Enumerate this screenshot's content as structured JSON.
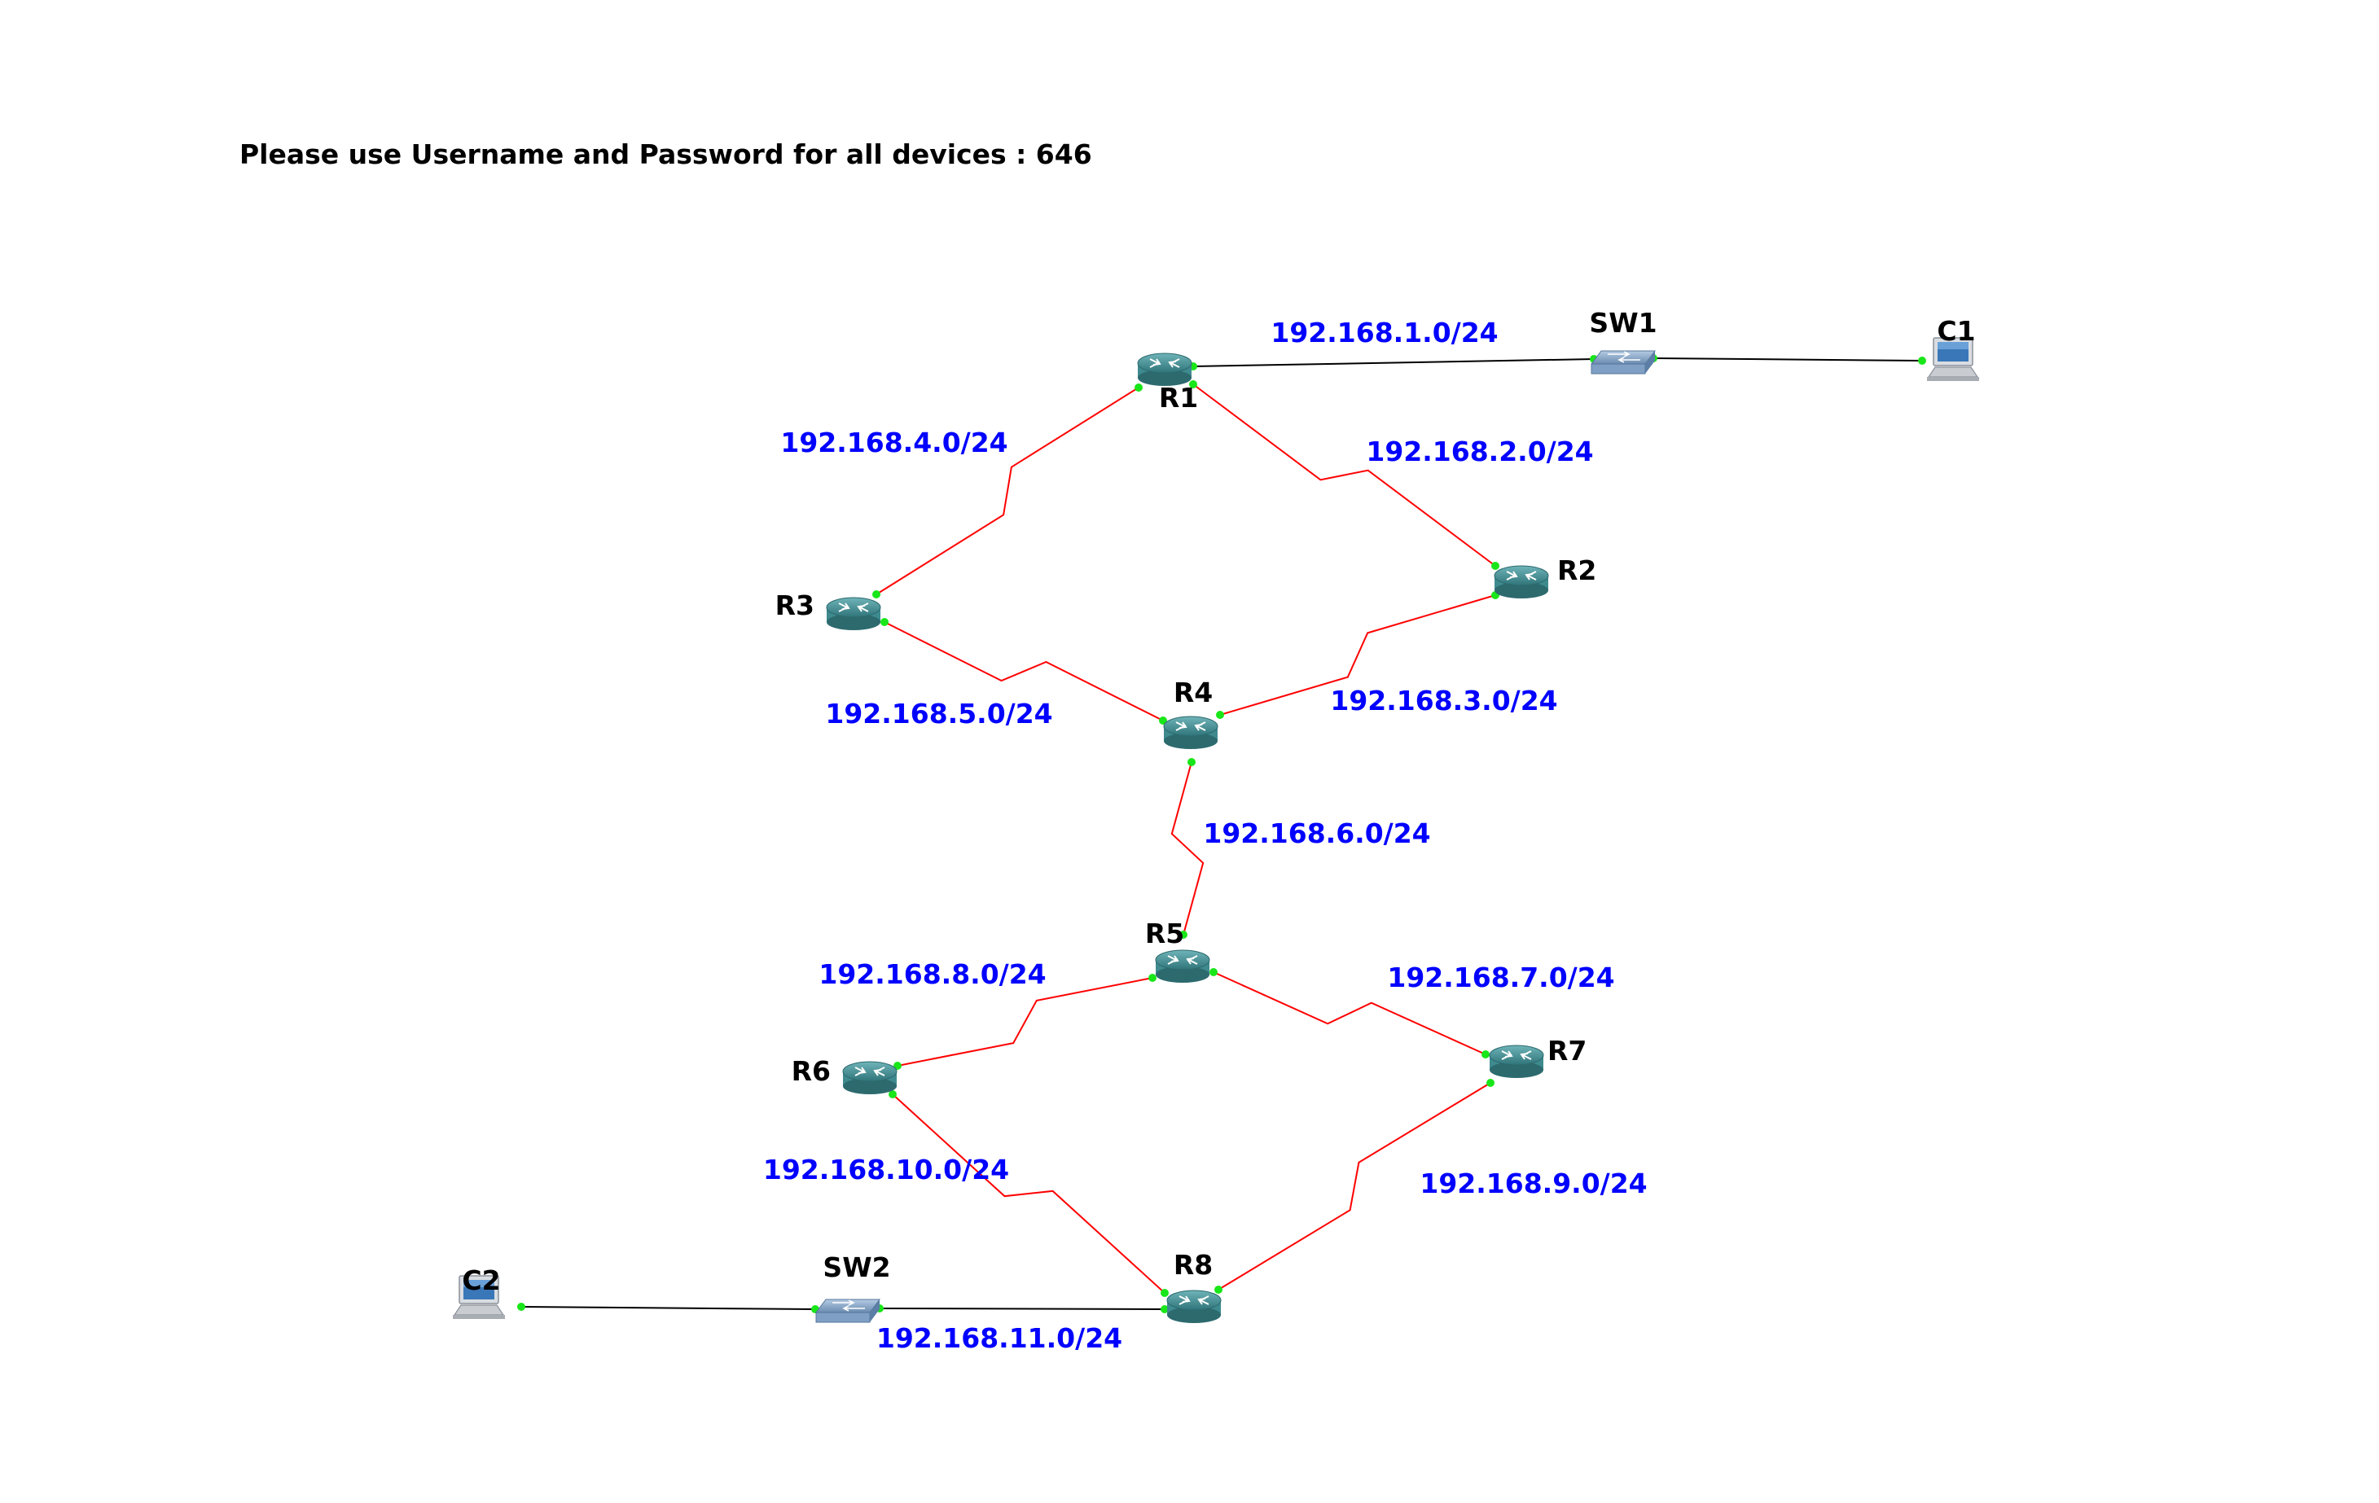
{
  "note": "Please use Username and Password for all devices : 646",
  "colors": {
    "serial_link": "#ff0000",
    "ethernet_link": "#000000",
    "port_dot": "#19e619",
    "subnet_label": "#0000ff",
    "router_body": "#3e8a8f",
    "switch_body": "#7f9fc4"
  },
  "devices": [
    {
      "id": "R1",
      "type": "router-icon",
      "label": "R1"
    },
    {
      "id": "R2",
      "type": "router-icon",
      "label": "R2"
    },
    {
      "id": "R3",
      "type": "router-icon",
      "label": "R3"
    },
    {
      "id": "R4",
      "type": "router-icon",
      "label": "R4"
    },
    {
      "id": "R5",
      "type": "router-icon",
      "label": "R5"
    },
    {
      "id": "R6",
      "type": "router-icon",
      "label": "R6"
    },
    {
      "id": "R7",
      "type": "router-icon",
      "label": "R7"
    },
    {
      "id": "R8",
      "type": "router-icon",
      "label": "R8"
    },
    {
      "id": "SW1",
      "type": "switch-icon",
      "label": "SW1"
    },
    {
      "id": "SW2",
      "type": "switch-icon",
      "label": "SW2"
    },
    {
      "id": "C1",
      "type": "computer-icon",
      "label": "C1"
    },
    {
      "id": "C2",
      "type": "computer-icon",
      "label": "C2"
    }
  ],
  "links": [
    {
      "from": "R1",
      "to": "SW1",
      "kind": "ethernet",
      "subnet": "192.168.1.0/24"
    },
    {
      "from": "SW1",
      "to": "C1",
      "kind": "ethernet",
      "subnet": ""
    },
    {
      "from": "R1",
      "to": "R2",
      "kind": "serial",
      "subnet": "192.168.2.0/24"
    },
    {
      "from": "R2",
      "to": "R4",
      "kind": "serial",
      "subnet": "192.168.3.0/24"
    },
    {
      "from": "R1",
      "to": "R3",
      "kind": "serial",
      "subnet": "192.168.4.0/24"
    },
    {
      "from": "R3",
      "to": "R4",
      "kind": "serial",
      "subnet": "192.168.5.0/24"
    },
    {
      "from": "R4",
      "to": "R5",
      "kind": "serial",
      "subnet": "192.168.6.0/24"
    },
    {
      "from": "R5",
      "to": "R7",
      "kind": "serial",
      "subnet": "192.168.7.0/24"
    },
    {
      "from": "R5",
      "to": "R6",
      "kind": "serial",
      "subnet": "192.168.8.0/24"
    },
    {
      "from": "R7",
      "to": "R8",
      "kind": "serial",
      "subnet": "192.168.9.0/24"
    },
    {
      "from": "R6",
      "to": "R8",
      "kind": "serial",
      "subnet": "192.168.10.0/24"
    },
    {
      "from": "SW2",
      "to": "R8",
      "kind": "ethernet",
      "subnet": "192.168.11.0/24"
    },
    {
      "from": "C2",
      "to": "SW2",
      "kind": "ethernet",
      "subnet": ""
    }
  ]
}
